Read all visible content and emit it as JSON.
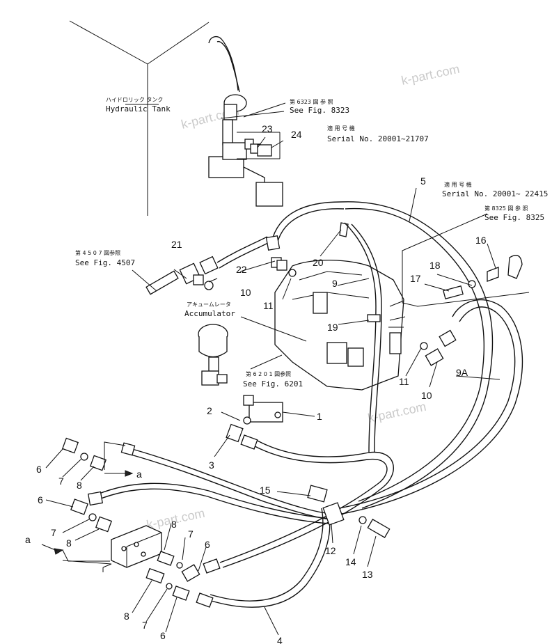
{
  "watermark": "k-part.com",
  "notes": {
    "tank_jp": "ハイドロリック タンク",
    "tank_en": "Hydraulic Tank",
    "fig8323_jp": "第 6323 図 参 照",
    "fig8323_en": "See Fig. 8323",
    "serial1_jp": "適 用 号 機",
    "serial1_en": "Serial No. 20001~21707",
    "serial2_jp": "適 用 号 機",
    "serial2_en": "Serial No. 20001~ 22415",
    "fig8325_jp": "第 8325 図 参 照",
    "fig8325_en": "See Fig. 8325",
    "fig4507_jp": "第 4 5 0 7 図参照",
    "fig4507_en": "See Fig. 4507",
    "accum_jp": "アキュームレータ",
    "accum_en": "Accumulator",
    "fig6201_jp": "第 6 2 0 1 図参照",
    "fig6201_en": "See Fig. 6201"
  },
  "callouts": {
    "c1": "1",
    "c2": "2",
    "c3": "3",
    "c4": "4",
    "c5": "5",
    "c6a": "6",
    "c6b": "6",
    "c6c": "6",
    "c6d": "6",
    "c7a": "7",
    "c7b": "7",
    "c7c": "7",
    "c7d": "7",
    "c8a": "8",
    "c8b": "8",
    "c8c": "8",
    "c8d": "8",
    "c9": "9",
    "c9a": "9A",
    "c10a": "10",
    "c10b": "10",
    "c11a": "11",
    "c11b": "11",
    "c12": "12",
    "c13": "13",
    "c14": "14",
    "c15": "15",
    "c16": "16",
    "c17": "17",
    "c18": "18",
    "c19": "19",
    "c20": "20",
    "c21": "21",
    "c22": "22",
    "c23": "23",
    "c24": "24",
    "arrow_a1": "a",
    "arrow_a2": "a"
  }
}
